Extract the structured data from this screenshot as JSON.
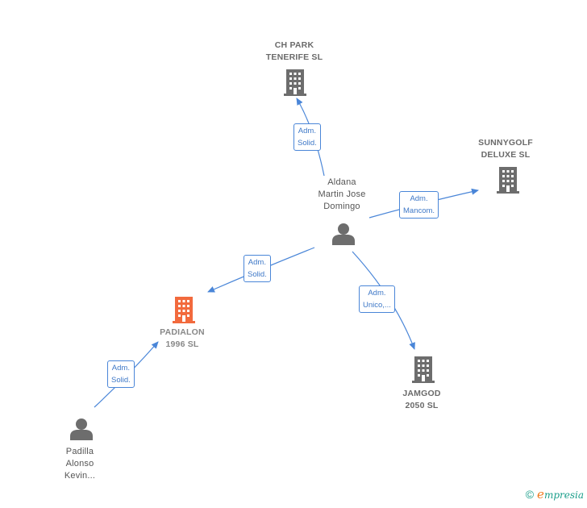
{
  "nodes": {
    "ch_park": {
      "lines": [
        "CH PARK",
        "TENERIFE  SL"
      ],
      "kind": "company",
      "icon": "building-icon"
    },
    "sunnygolf": {
      "lines": [
        "SUNNYGOLF",
        "DELUXE SL"
      ],
      "kind": "company",
      "icon": "building-icon"
    },
    "aldana": {
      "lines": [
        "Aldana",
        "Martin Jose",
        "Domingo"
      ],
      "kind": "person",
      "icon": "person-icon"
    },
    "padialon": {
      "lines": [
        "PADIALON",
        "1996  SL"
      ],
      "kind": "company-main",
      "icon": "building-icon"
    },
    "jamgod": {
      "lines": [
        "JAMGOD",
        "2050  SL"
      ],
      "kind": "company",
      "icon": "building-icon"
    },
    "padilla": {
      "lines": [
        "Padilla",
        "Alonso",
        "Kevin..."
      ],
      "kind": "person",
      "icon": "person-icon"
    }
  },
  "edges": {
    "aldana_ch_park": {
      "lines": [
        "Adm.",
        "Solid."
      ]
    },
    "aldana_sunnygolf": {
      "lines": [
        "Adm.",
        "Mancom."
      ]
    },
    "aldana_padialon": {
      "lines": [
        "Adm.",
        "Solid."
      ]
    },
    "aldana_jamgod": {
      "lines": [
        "Adm.",
        "Unico,..."
      ]
    },
    "padilla_padialon": {
      "lines": [
        "Adm.",
        "Solid."
      ]
    }
  },
  "colors": {
    "edge": "#4a86d8",
    "company_icon": "#6d6d6d",
    "main_company_icon": "#f26a3d",
    "person_icon": "#6d6d6d"
  },
  "footer": {
    "copyright": "©",
    "brand_initial": "e",
    "brand_rest": "mpresia"
  }
}
